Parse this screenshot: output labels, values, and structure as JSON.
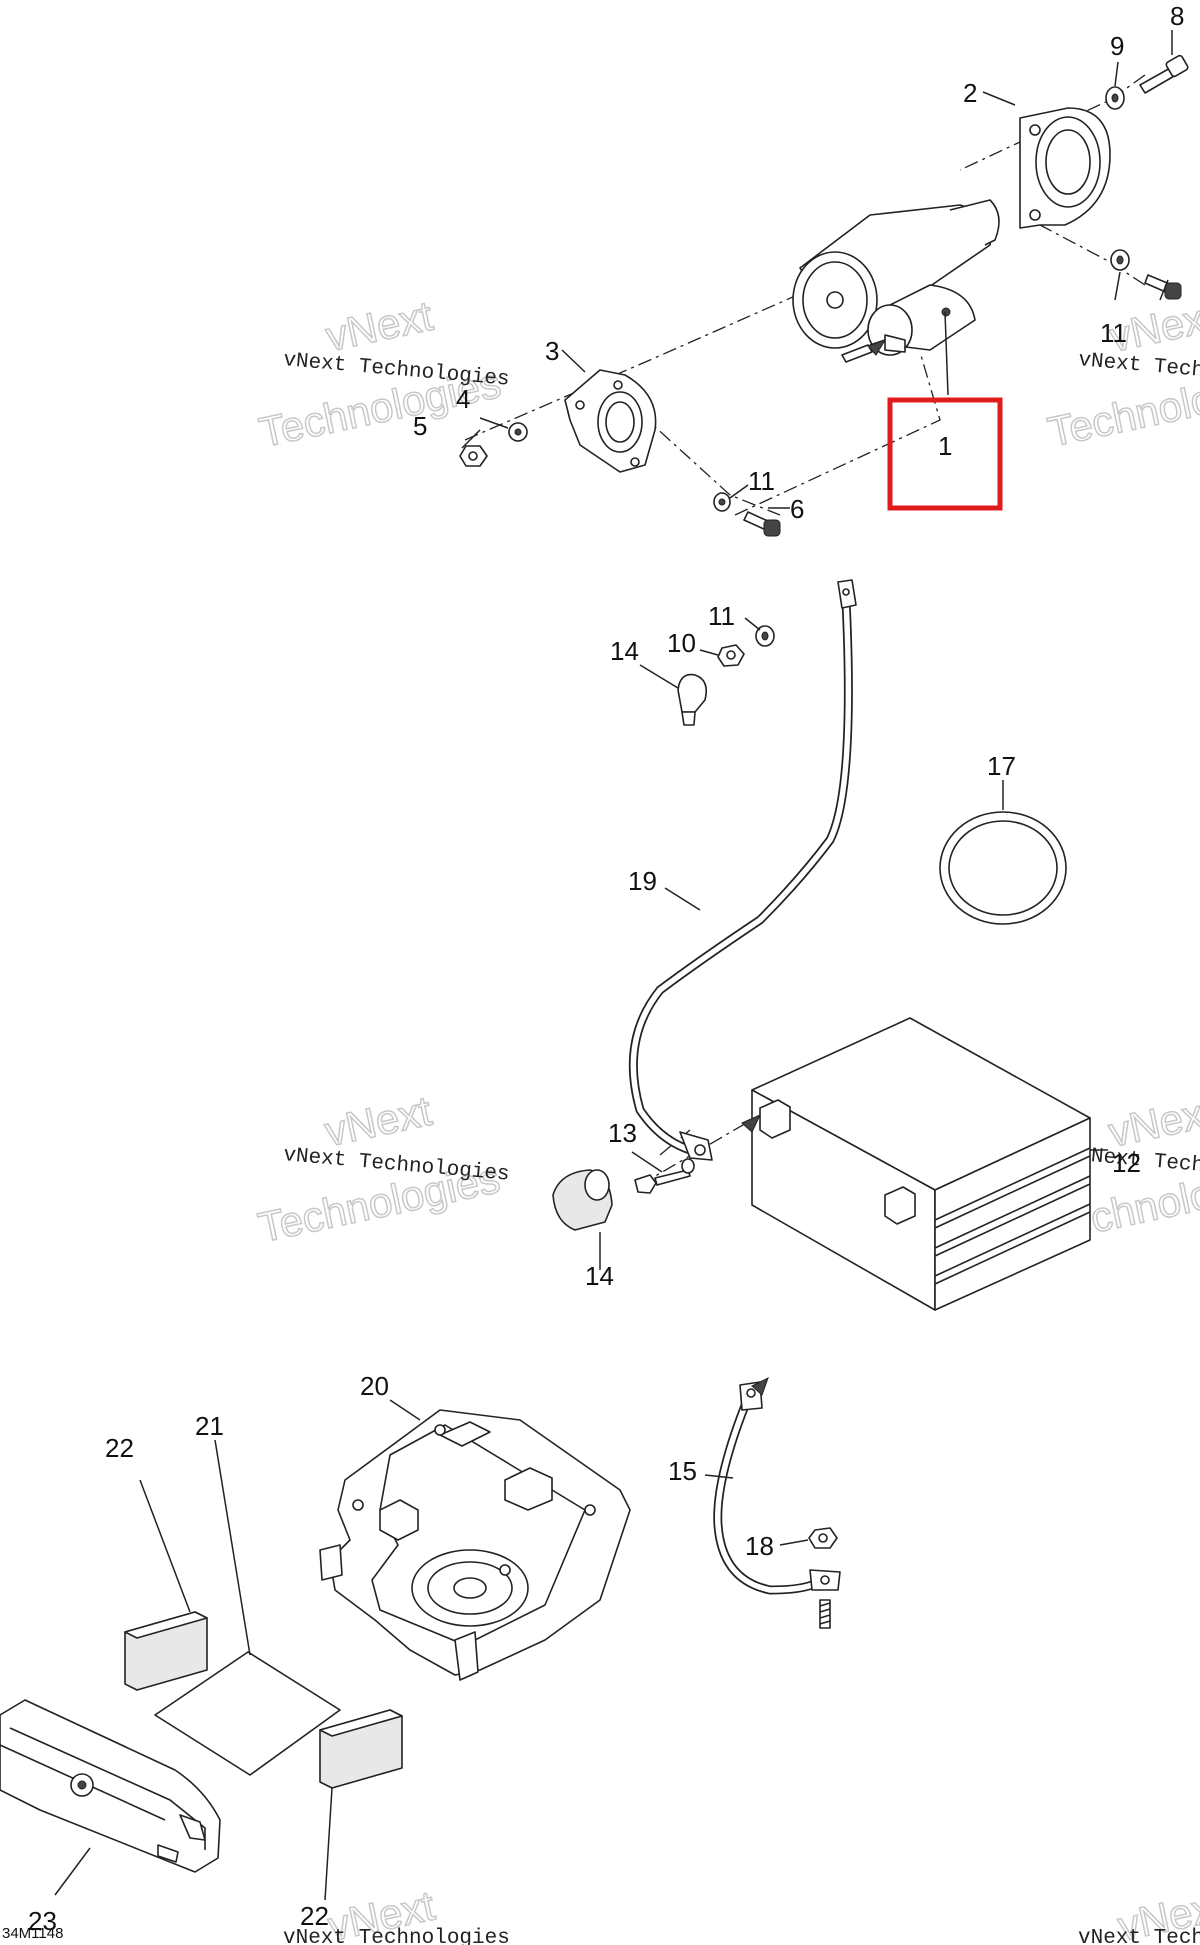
{
  "diagram_ref": "34M1148",
  "callouts": {
    "c1": "1",
    "c2": "2",
    "c3": "3",
    "c4": "4",
    "c5": "5",
    "c6": "6",
    "c8": "8",
    "c9": "9",
    "c10": "10",
    "c11a": "11",
    "c11b": "11",
    "c11c": "11",
    "c12": "12",
    "c13": "13",
    "c14a": "14",
    "c14b": "14",
    "c15": "15",
    "c17": "17",
    "c18": "18",
    "c19": "19",
    "c20": "20",
    "c21": "21",
    "c22a": "22",
    "c22b": "22",
    "c23": "23"
  },
  "highlighted_callout": "1",
  "highlight_color": "#e01b1b",
  "watermark": {
    "line1": "vNext Technologies",
    "line2": "vNext",
    "line3": "Technologies"
  }
}
